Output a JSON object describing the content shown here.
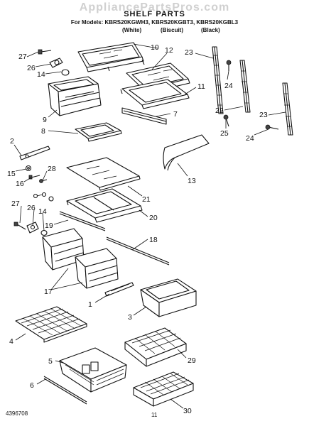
{
  "watermark": "AppliancePartsPros.com",
  "header": {
    "title": "SHELF PARTS",
    "models": "For Models: KBRS20KGWH3, KBRS20KGBT3, KBRS20KGBL3",
    "model_colors": [
      "(White)",
      "(Biscuit)",
      "(Black)"
    ]
  },
  "callouts": [
    "27",
    "26",
    "14",
    "9",
    "10",
    "12",
    "11",
    "23",
    "24",
    "8",
    "7",
    "22",
    "25",
    "23",
    "24",
    "2",
    "28",
    "15",
    "16",
    "13",
    "21",
    "27",
    "26",
    "14",
    "19",
    "20",
    "18",
    "17",
    "1",
    "3",
    "4",
    "29",
    "5",
    "6",
    "30"
  ],
  "footer": {
    "doc_number": "4396708",
    "page_number": "11"
  }
}
